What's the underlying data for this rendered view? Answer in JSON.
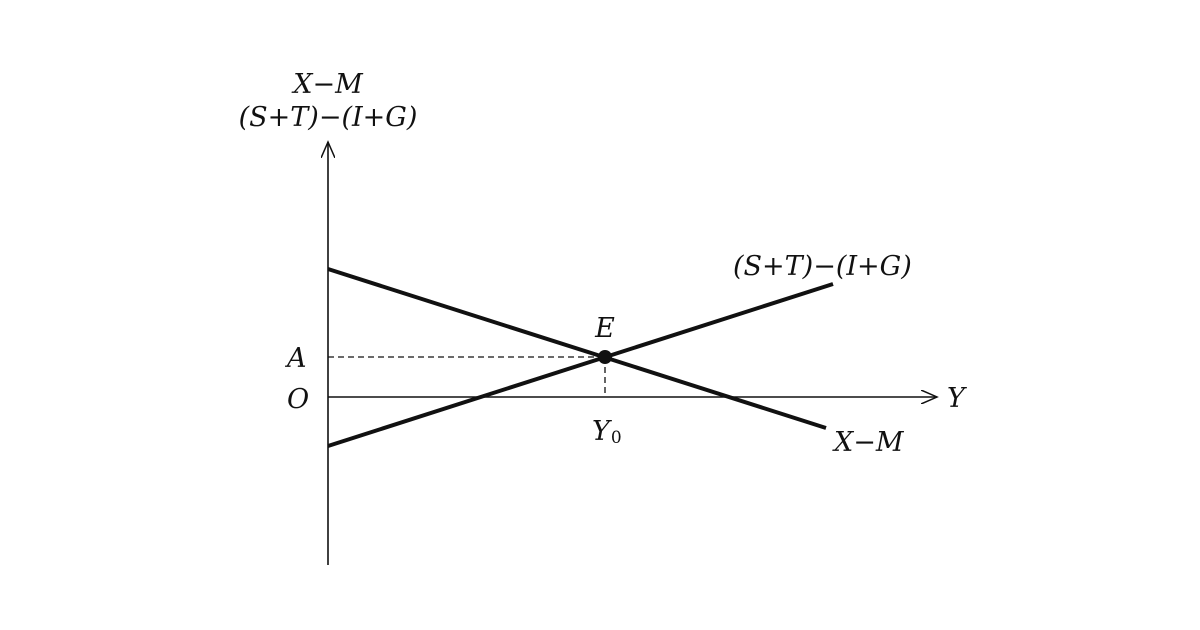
{
  "diagram": {
    "y_axis_label_line1": "X−M",
    "y_axis_label_line2": "(S+T)−(I+G)",
    "x_axis_label": "Y",
    "origin_label": "O",
    "a_label": "A",
    "equilibrium_label": "E",
    "y0_main": "Y",
    "y0_sub": "0",
    "line_saving_label": "(S+T)−(I+G)",
    "line_netexport_label": "X−M"
  }
}
